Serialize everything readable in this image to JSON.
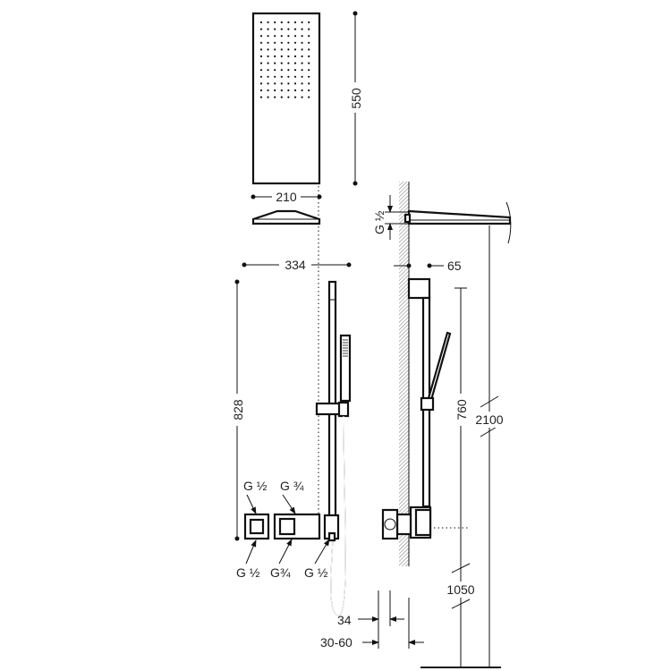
{
  "dimensions": {
    "head_height": "550",
    "head_width": "210",
    "valve_spacing": "334",
    "rail_total": "828",
    "wall_offset": "65",
    "rail_length": "760",
    "ceiling_height": "2100",
    "valve_height": "1050",
    "wall_depth": "34",
    "embed_range": "30-60"
  },
  "threads": {
    "arm_inlet": "G ½",
    "top_left": "G ½",
    "top_right": "G ¾",
    "bottom_left": "G  ½",
    "bottom_mid": "G¾",
    "bottom_right": "G ½"
  },
  "colors": {
    "line": "#111111",
    "hatch": "#777777"
  }
}
